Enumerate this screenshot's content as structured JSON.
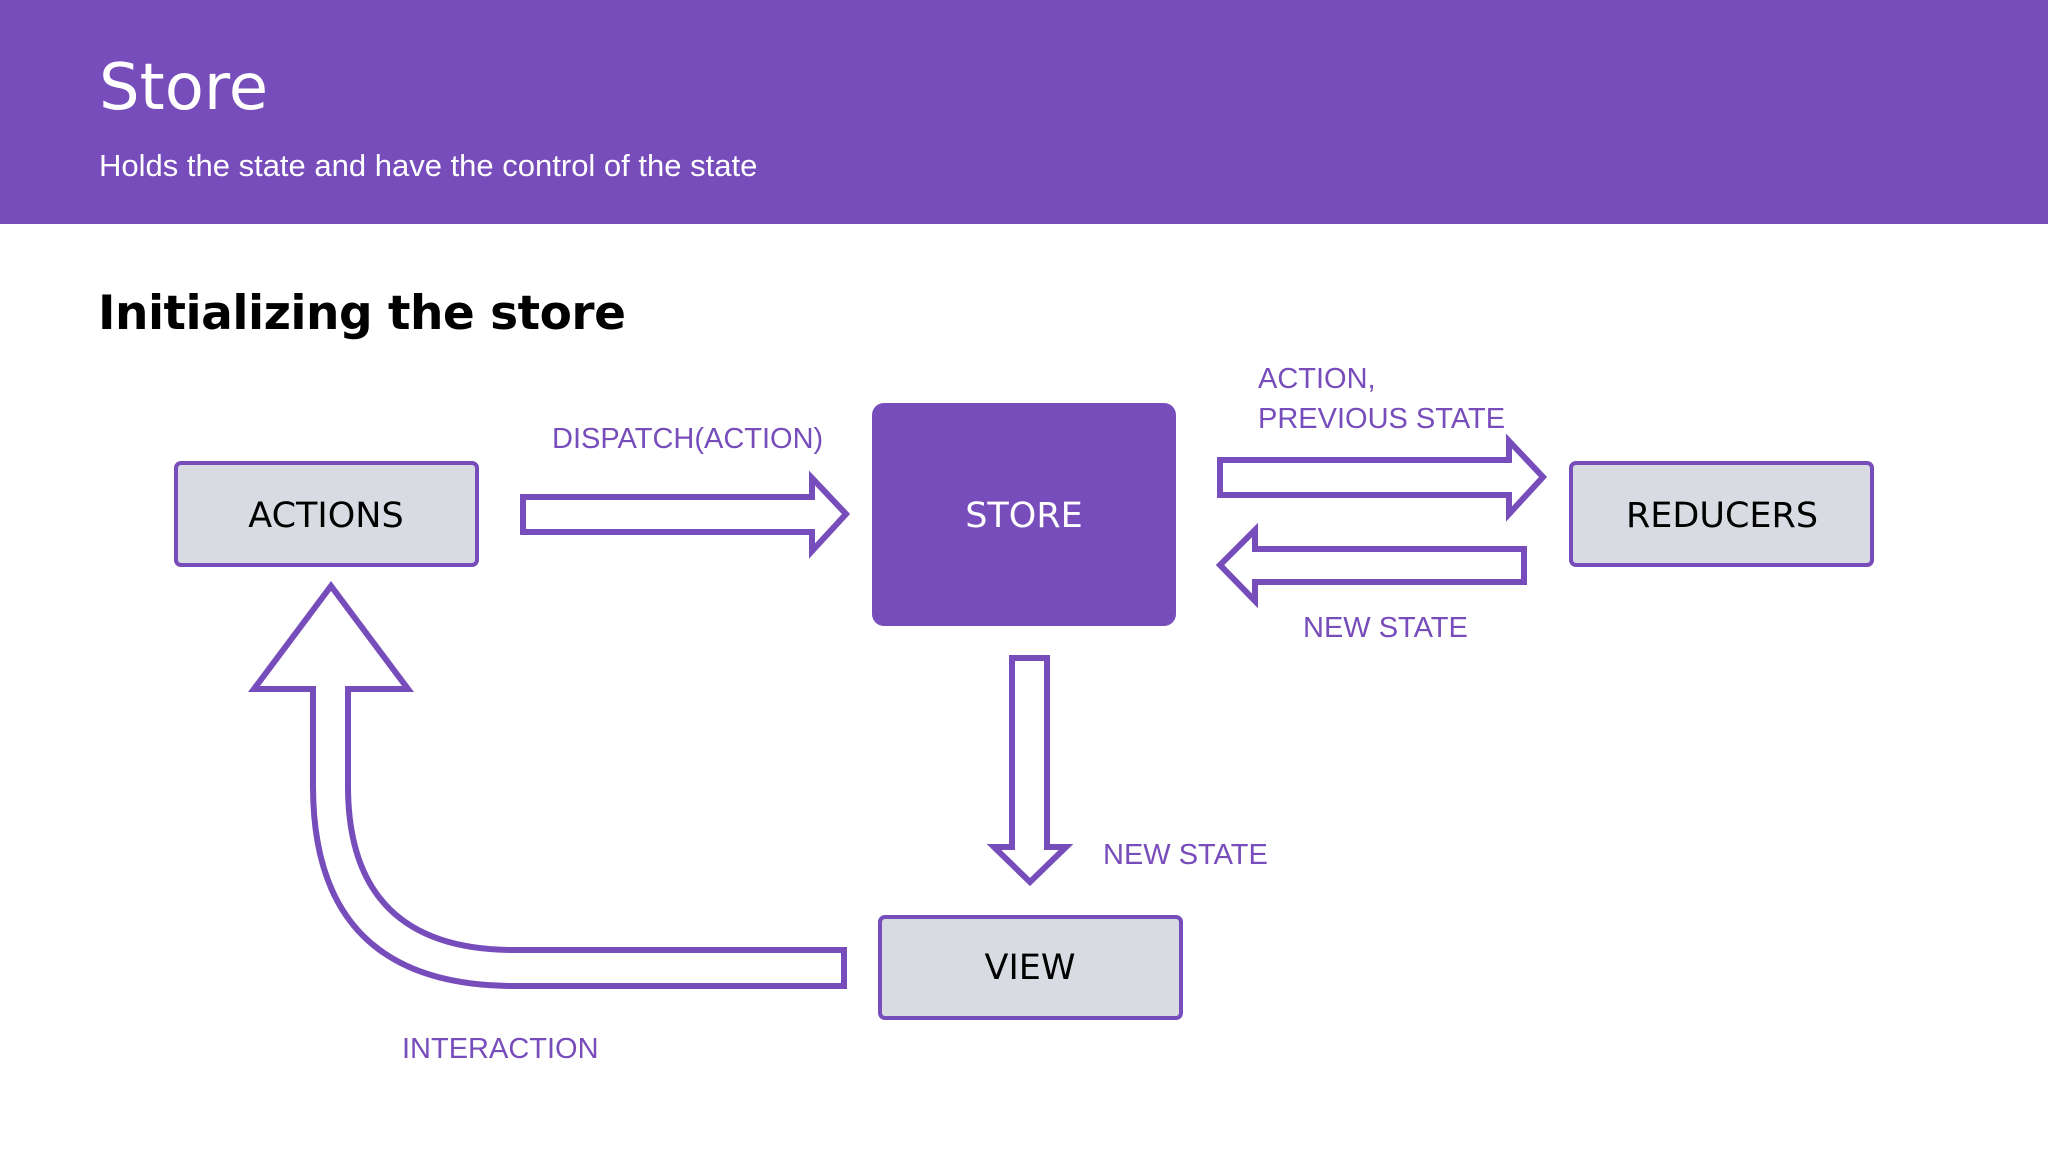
{
  "header": {
    "title": "Store",
    "subtitle": "Holds the state and have the control of the state"
  },
  "section": {
    "heading": "Initializing the store"
  },
  "diagram": {
    "nodes": {
      "actions": "ACTIONS",
      "store": "STORE",
      "reducers": "REDUCERS",
      "view": "VIEW"
    },
    "edges": {
      "dispatch": "DISPATCH(ACTION)",
      "action_previous_line1": "ACTION,",
      "action_previous_line2": "PREVIOUS STATE",
      "new_state_from_reducers": "NEW STATE",
      "new_state_to_view": "NEW STATE",
      "interaction": "INTERACTION"
    }
  },
  "colors": {
    "accent": "#774cbb",
    "box_fill": "#d9dbe3",
    "text_dark": "#000000",
    "text_light": "#ffffff"
  }
}
